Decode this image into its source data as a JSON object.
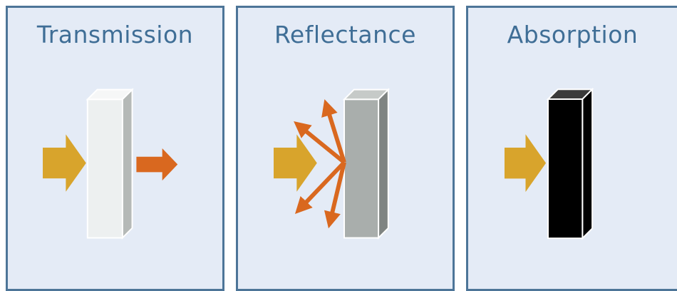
{
  "panels": [
    {
      "title": "Transmission",
      "block_colors": {
        "front": "#edf0f0",
        "side": "#b5b9b7",
        "top": "#f6f7f7"
      },
      "arrows": [
        "incoming-arrow",
        "transmitted-arrow"
      ]
    },
    {
      "title": "Reflectance",
      "block_colors": {
        "front": "#a9aeac",
        "side": "#7f8482",
        "top": "#c6cac8"
      },
      "arrows": [
        "incoming-arrow",
        "reflected-arrows"
      ]
    },
    {
      "title": "Absorption",
      "block_colors": {
        "front": "#000000",
        "side": "#000000",
        "top": "#3a3a3a"
      },
      "arrows": [
        "incoming-arrow"
      ]
    }
  ],
  "colors": {
    "panel_background": "#e4ebf6",
    "panel_border": "#4d7598",
    "title_text": "#3f6e96",
    "incoming_arrow": "#d8a42c",
    "outgoing_arrow": "#d9681f",
    "block_outline": "#ffffff"
  }
}
